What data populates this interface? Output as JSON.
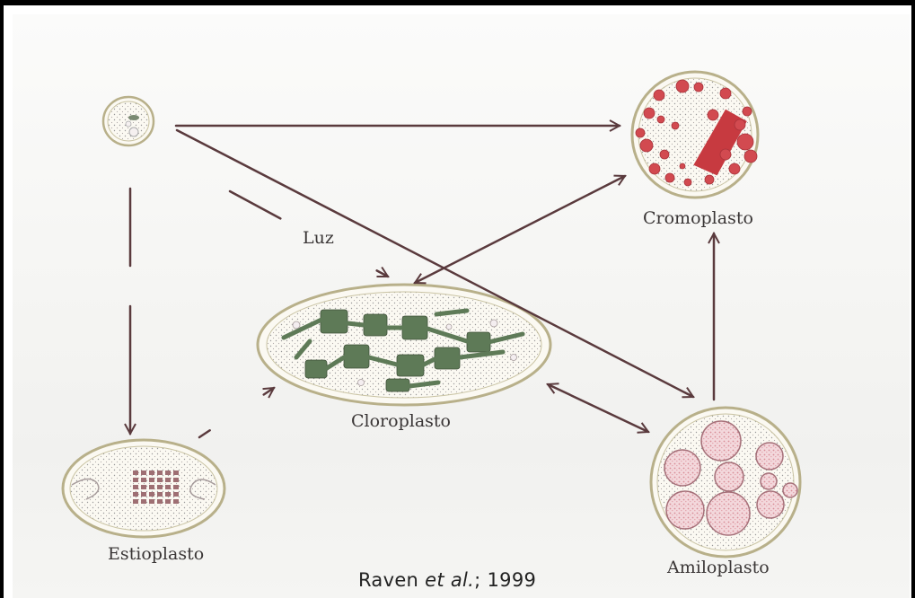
{
  "labels": {
    "cromoplasto": "Cromoplasto",
    "cloroplasto": "Cloroplasto",
    "amiloplasto": "Amiloplasto",
    "estioplasto": "Estioplasto",
    "luz": "Luz"
  },
  "citation": {
    "author": "Raven ",
    "etal": "et al.",
    "year": "; 1999"
  },
  "colors": {
    "arrow": "#5a3a3d",
    "chromoplast_pigment": "#d24a50",
    "chlorophyll_green": "#5e7a57",
    "membrane": "#b8b08a",
    "starch_grain": "#e6a9b0"
  }
}
